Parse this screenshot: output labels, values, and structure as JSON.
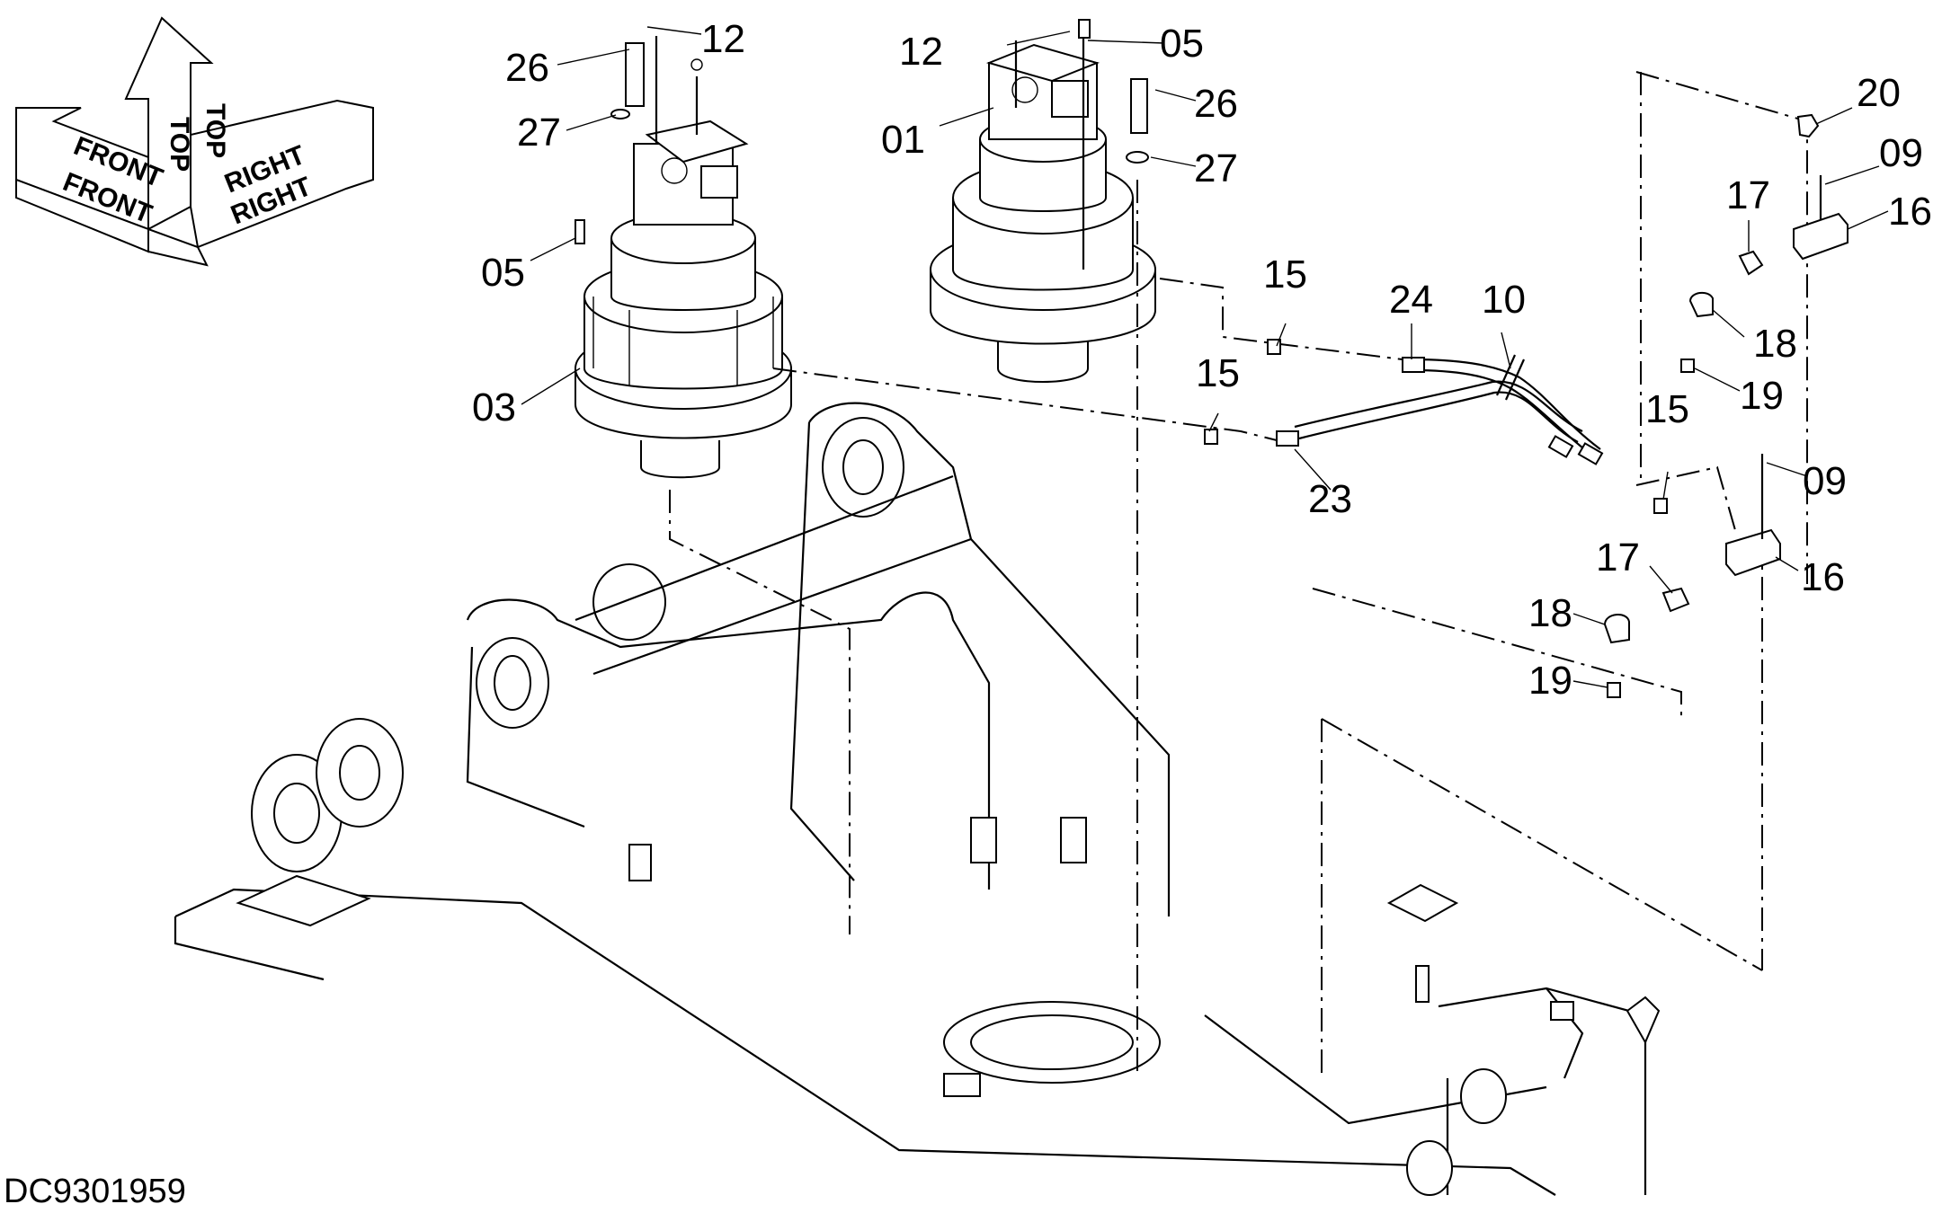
{
  "drawing": {
    "reference": "DC9301959"
  },
  "orientation": {
    "front": "FRONT",
    "top": "TOP",
    "right": "RIGHT"
  },
  "callouts": [
    "12",
    "05",
    "26",
    "27",
    "01",
    "12",
    "26",
    "27",
    "05",
    "03",
    "15",
    "15",
    "24",
    "10",
    "23",
    "20",
    "09",
    "17",
    "16",
    "18",
    "19",
    "15",
    "09",
    "17",
    "16",
    "18",
    "19"
  ]
}
